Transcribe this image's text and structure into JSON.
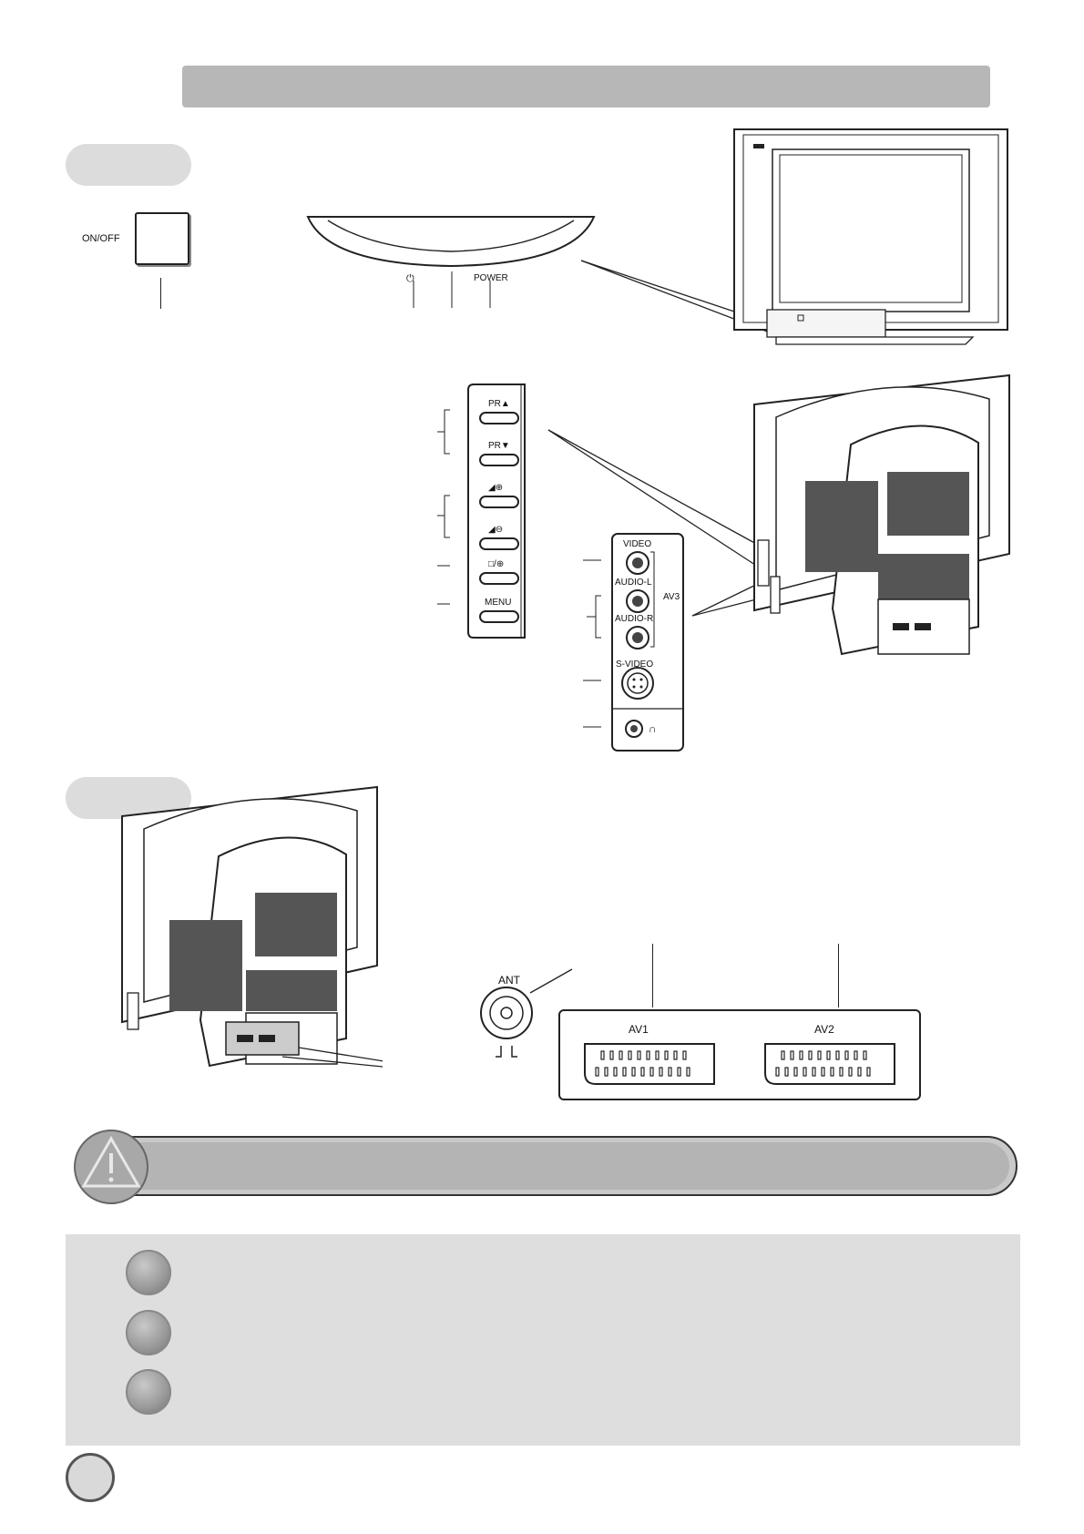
{
  "front_controls": {
    "on_off_label": "ON/OFF",
    "power_label": "POWER",
    "standby_symbol": "⏻"
  },
  "side_panel": {
    "buttons": [
      "PR▲",
      "PR▼",
      "◢⊕",
      "◢⊖",
      "□/⊕",
      "MENU"
    ]
  },
  "av_panel": {
    "video_label": "VIDEO",
    "audio_l_label": "AUDIO-L",
    "audio_r_label": "AUDIO-R",
    "av3_label": "AV3",
    "svideo_label": "S-VIDEO"
  },
  "rear_panel": {
    "ant_label": "ANT",
    "av1_label": "AV1",
    "av2_label": "AV2"
  },
  "icon_names": [
    "warning-triangle-icon",
    "rain-umbrella-icon",
    "sun-icon",
    "no-fire-icon",
    "headphone-icon"
  ]
}
